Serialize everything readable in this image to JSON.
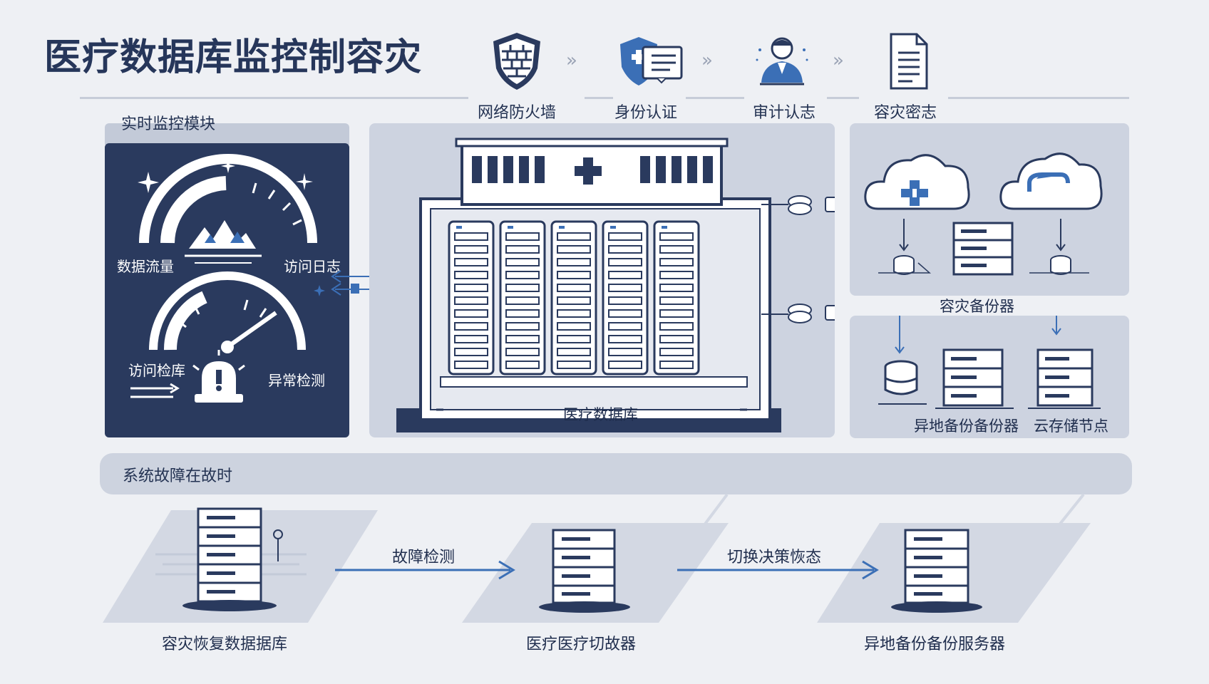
{
  "title": "医疗数据库监控制容灾",
  "steps": [
    {
      "label": "网络防火墙",
      "icon": "firewall-shield-icon"
    },
    {
      "label": "身份认证",
      "icon": "identity-card-icon"
    },
    {
      "label": "审计认志",
      "icon": "auditor-person-icon"
    },
    {
      "label": "容灾密志",
      "icon": "document-icon"
    }
  ],
  "monitor": {
    "title": "实时监控模块",
    "labels": {
      "traffic": "数据流量",
      "access_log": "访问日志",
      "access_check": "访问检库",
      "anomaly": "异常检测"
    }
  },
  "database": {
    "label": "医疗数据库"
  },
  "backup": {
    "label": "容灾备份器",
    "offsite_label": "异地备份备份器",
    "cloud_label": "云存储节点"
  },
  "failure_banner": "系统故障在故时",
  "flow": {
    "nodes": [
      {
        "label": "容灾恢复数据据库"
      },
      {
        "label": "医疗医疗切故器"
      },
      {
        "label": "异地备份备份服务器"
      }
    ],
    "arrows": [
      {
        "label": "故障检测"
      },
      {
        "label": "切换决策恢态"
      }
    ]
  },
  "colors": {
    "navy": "#2a3a5e",
    "accent_blue": "#3b6fb6",
    "panel": "#cdd3e0"
  }
}
